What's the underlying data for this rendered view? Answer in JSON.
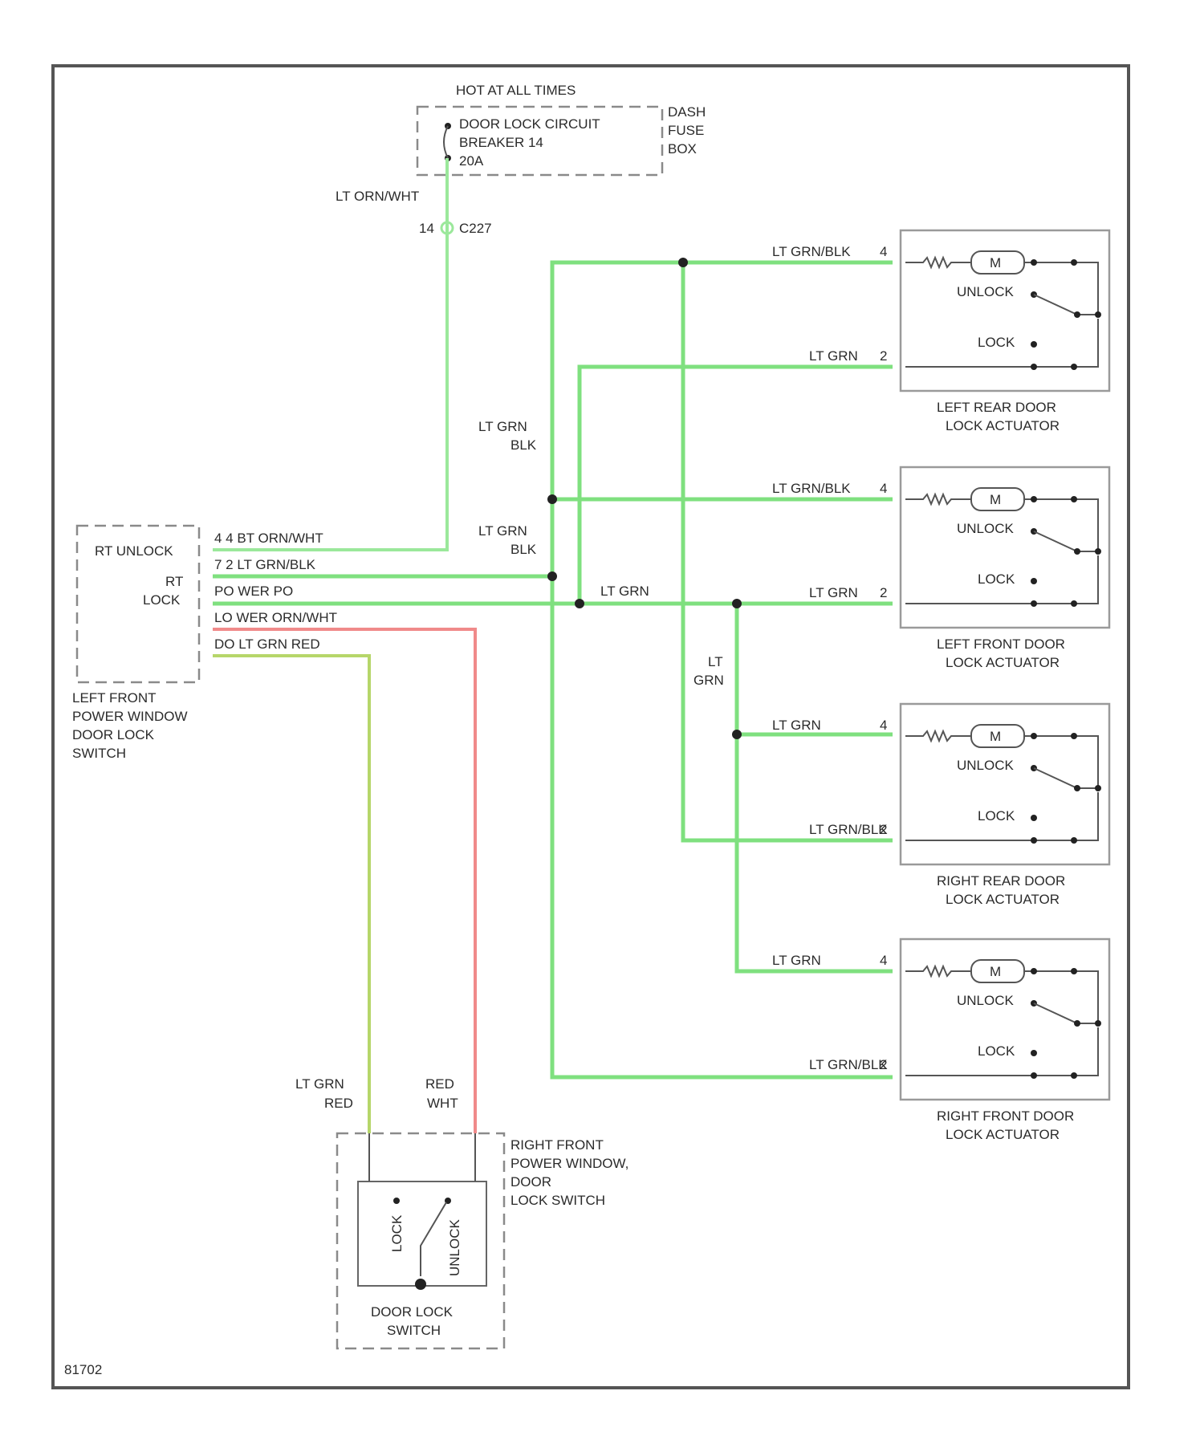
{
  "fuse": {
    "header": "HOT AT ALL TIMES",
    "lines": [
      "DOOR LOCK CIRCUIT",
      "BREAKER 14",
      "20A"
    ],
    "box_label": [
      "DASH",
      "FUSE",
      "BOX"
    ]
  },
  "connector": {
    "wire": "LT ORN/WHT",
    "pin": "14",
    "name": "C227"
  },
  "left_switch": {
    "terminals": [
      "RT UNLOCK",
      "RT",
      "LOCK"
    ],
    "pins": [
      "4 4 BT ORN/WHT",
      "7 2 LT GRN/BLK",
      "PO WER PO",
      "LO WER ORN/WHT",
      "DO LT GRN RED"
    ],
    "caption": [
      "LEFT FRONT",
      "POWER WINDOW",
      "DOOR LOCK",
      "SWITCH"
    ]
  },
  "vertical_labels": {
    "bus1": [
      "LT GRN",
      "BLK"
    ],
    "bus2": [
      "LT GRN",
      "BLK"
    ],
    "mid": "LT GRN",
    "rf": [
      "LT",
      "GRN"
    ]
  },
  "actuators": [
    {
      "top_wire": "LT GRN/BLK",
      "top_pin": "4",
      "bottom_wire": "LT GRN",
      "bottom_pin": "2",
      "caption": [
        "LEFT REAR DOOR",
        "LOCK ACTUATOR"
      ]
    },
    {
      "top_wire": "LT GRN/BLK",
      "top_pin": "4",
      "bottom_wire": "LT GRN",
      "bottom_pin": "2",
      "caption": [
        "LEFT FRONT DOOR",
        "LOCK ACTUATOR"
      ]
    },
    {
      "top_wire": "LT GRN",
      "top_pin": "4",
      "bottom_wire": "LT GRN/BLK",
      "bottom_pin": "2",
      "caption": [
        "RIGHT REAR DOOR",
        "LOCK ACTUATOR"
      ]
    },
    {
      "top_wire": "LT GRN",
      "top_pin": "4",
      "bottom_wire": "LT GRN/BLK",
      "bottom_pin": "2",
      "caption": [
        "RIGHT FRONT DOOR",
        "LOCK ACTUATOR"
      ]
    }
  ],
  "actuator_internal": {
    "motor": "M",
    "unlock": "UNLOCK",
    "lock": "LOCK"
  },
  "right_switch": {
    "wire_left": [
      "LT GRN",
      "RED"
    ],
    "wire_right": [
      "RED",
      "WHT"
    ],
    "title": [
      "RIGHT FRONT",
      "POWER WINDOW,",
      "DOOR",
      "LOCK SWITCH"
    ],
    "inner_lock": "LOCK",
    "inner_unlock": "UNLOCK",
    "caption": [
      "DOOR LOCK",
      "SWITCH"
    ]
  },
  "figure_id": "81702"
}
